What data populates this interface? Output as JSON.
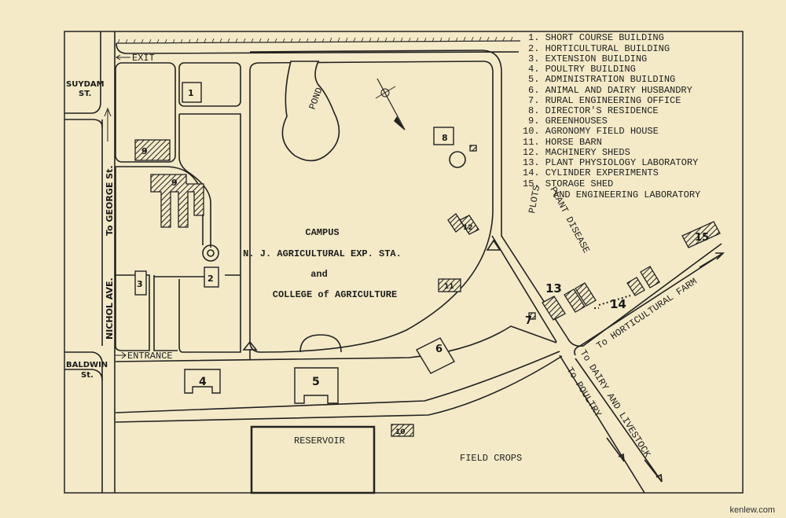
{
  "legend": {
    "items": [
      "1. SHORT COURSE BUILDING",
      "2. HORTICULTURAL BUILDING",
      "3. EXTENSION BUILDING",
      "4. POULTRY BUILDING",
      "5. ADMINISTRATION BUILDING",
      "6. ANIMAL AND DAIRY HUSBANDRY",
      "7. RURAL ENGINEERING OFFICE",
      "8. DIRECTOR'S RESIDENCE",
      "9. GREENHOUSES",
      "10. AGRONOMY FIELD HOUSE",
      "11. HORSE BARN",
      "12. MACHINERY SHEDS",
      "13. PLANT PHYSIOLOGY LABORATORY",
      "14. CYLINDER EXPERIMENTS",
      "15. STORAGE SHED",
      "AND ENGINEERING LABORATORY"
    ]
  },
  "campus": {
    "line1": "CAMPUS",
    "line2": "N. J. AGRICULTURAL EXP. STA.",
    "line3": "and",
    "line4": "COLLEGE of AGRICULTURE"
  },
  "streets": {
    "suydam": "SUYDAM",
    "suydam_st": "ST.",
    "baldwin": "BALDWIN",
    "baldwin_st": "St.",
    "nichol": "NICHOL AVE.",
    "george": "To GEORGE St.",
    "exit": "EXIT",
    "entrance": "ENTRANCE"
  },
  "areas": {
    "pond": "POND",
    "reservoir": "RESERVOIR",
    "field_crops": "FIELD CROPS",
    "plant_disease": "PLANT DISEASE",
    "plots": "PLOTS"
  },
  "directions": {
    "horticultural": "To HORTICULTURAL FARM",
    "dairy": "To DAIRY AND LIVESTOCK",
    "poultry": "To POULTRY"
  },
  "building_numbers": [
    "1",
    "2",
    "3",
    "4",
    "5",
    "6",
    "7",
    "8",
    "9",
    "9",
    "10",
    "11",
    "12",
    "13",
    "14",
    "15"
  ],
  "watermark": "kenlew.com"
}
